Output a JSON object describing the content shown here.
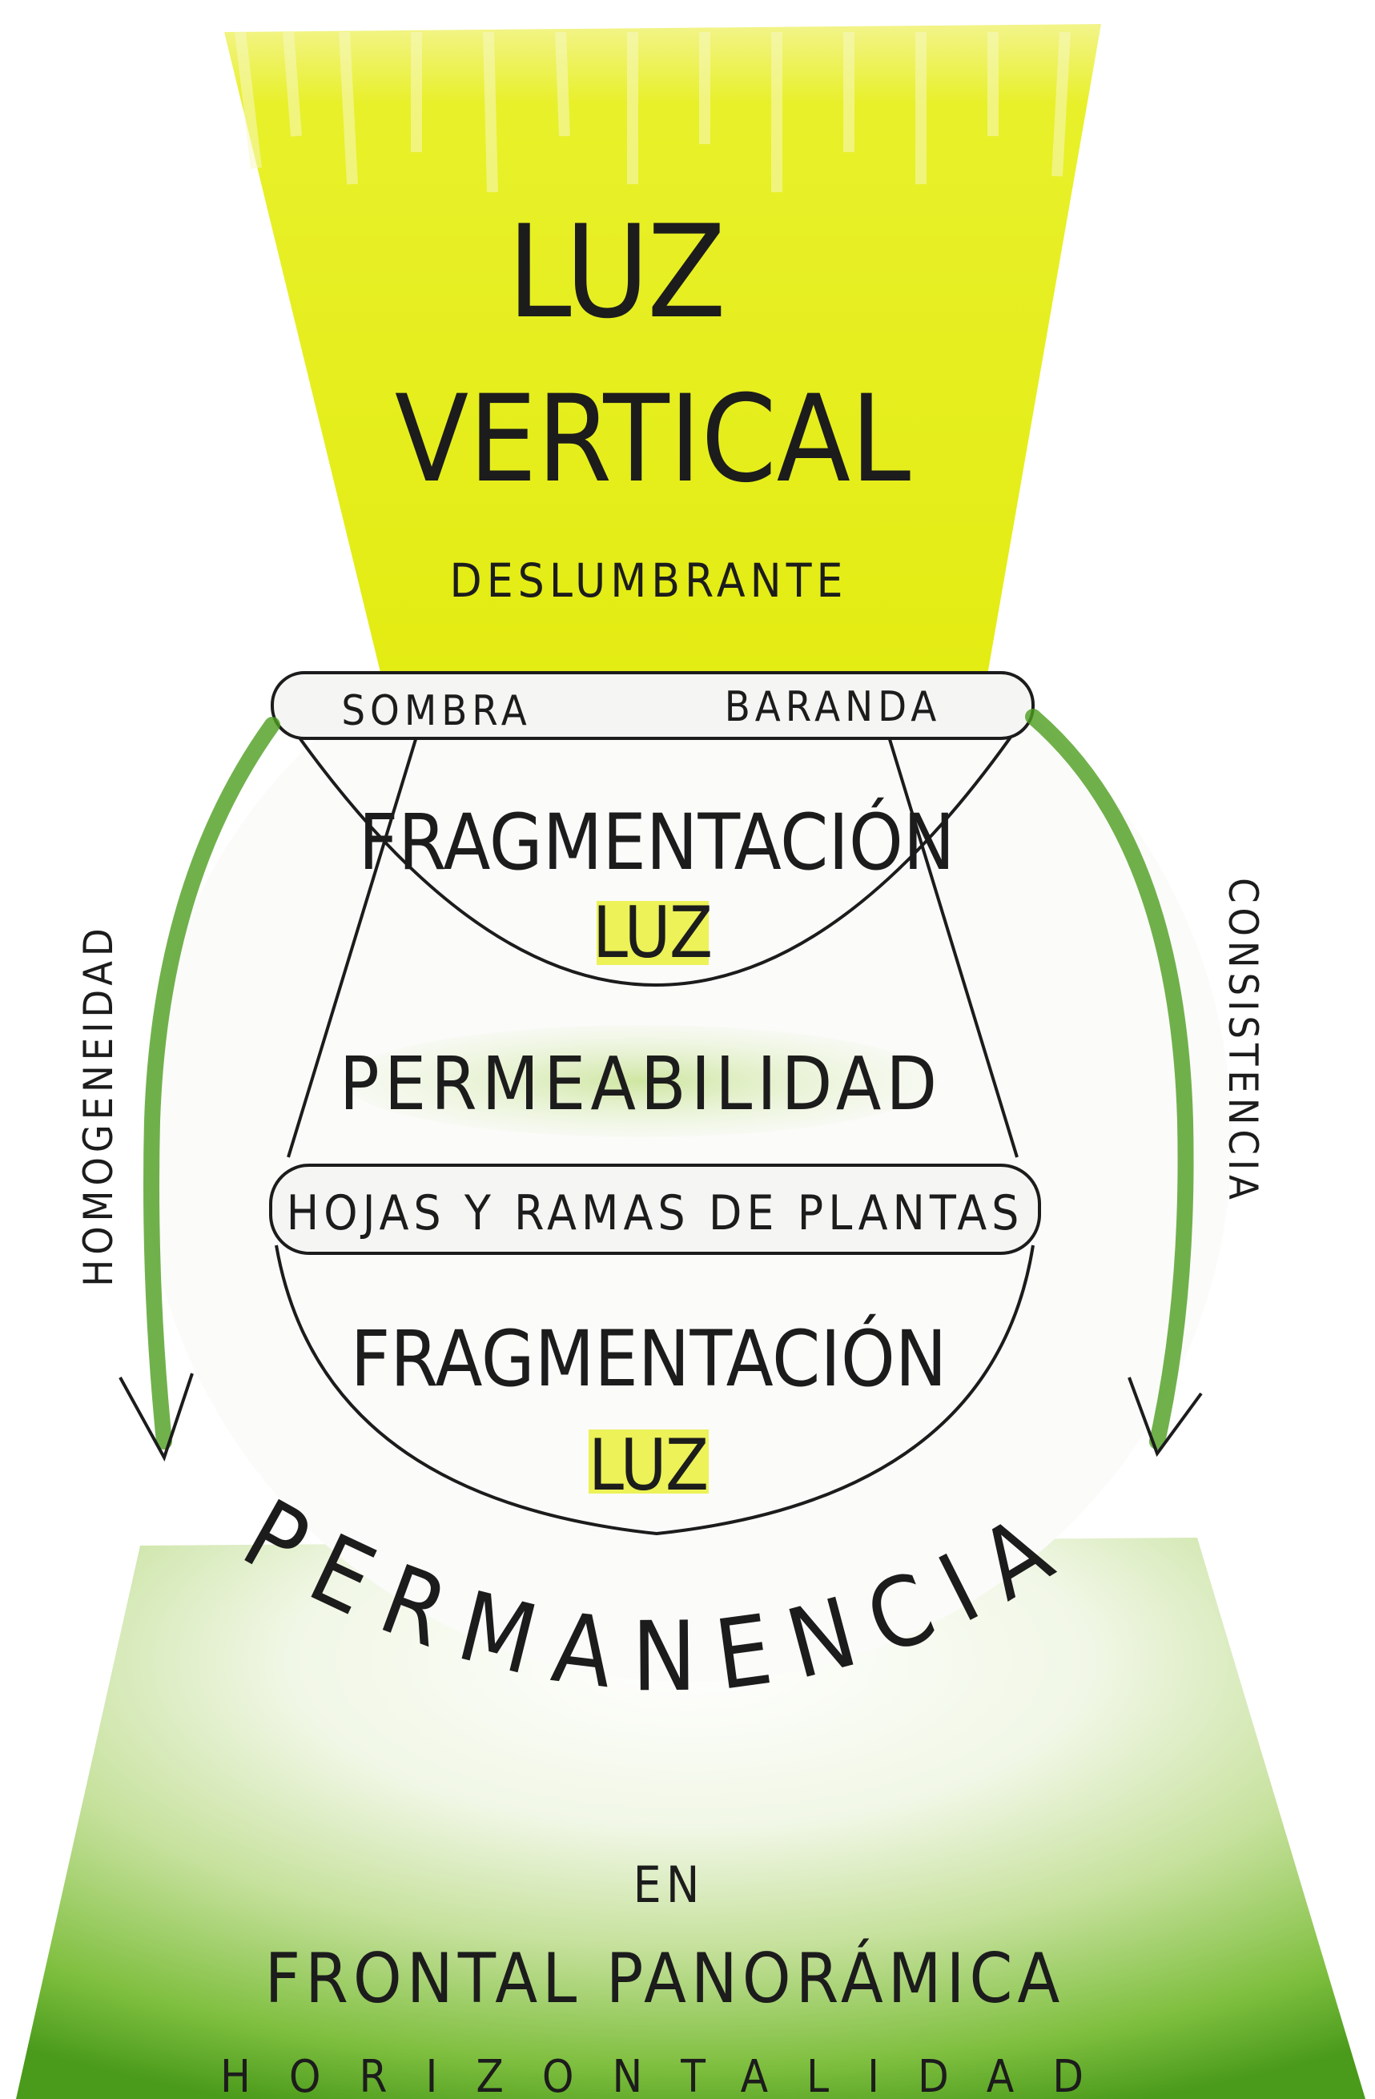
{
  "diagram": {
    "top_title_line1": "LUZ",
    "top_title_line2": "VERTICAL",
    "top_subtitle": "DESLUMBRANTE",
    "band_top_left": "SOMBRA",
    "band_top_right": "BARANDA",
    "frag_upper_line1": "FRAGMENTACIÓN",
    "frag_upper_line2": "LUZ",
    "permeability": "PERMEABILIDAD",
    "band_middle": "HOJAS  Y  RAMAS DE  PLANTAS",
    "frag_lower_line1": "FRAGMENTACIÓN",
    "frag_lower_line2": "LUZ",
    "left_arrow_label": "HOMOGENEIDAD",
    "right_arrow_label": "CONSISTENCIA",
    "arc_word_letters": [
      "P",
      "E",
      "R",
      "M",
      "A",
      "N",
      "E",
      "N",
      "C",
      "I",
      "A"
    ],
    "bottom_en": "EN",
    "bottom_line": "FRONTAL PANORÁMICA",
    "bottom_footer": "HORIZONTALIDAD"
  },
  "colors": {
    "yellow": "#e6ef1f",
    "green_dark": "#4e9e1f",
    "green_light": "#c9e3a6",
    "ink": "#1c1c1c",
    "band_fill": "#f5f5f3"
  }
}
